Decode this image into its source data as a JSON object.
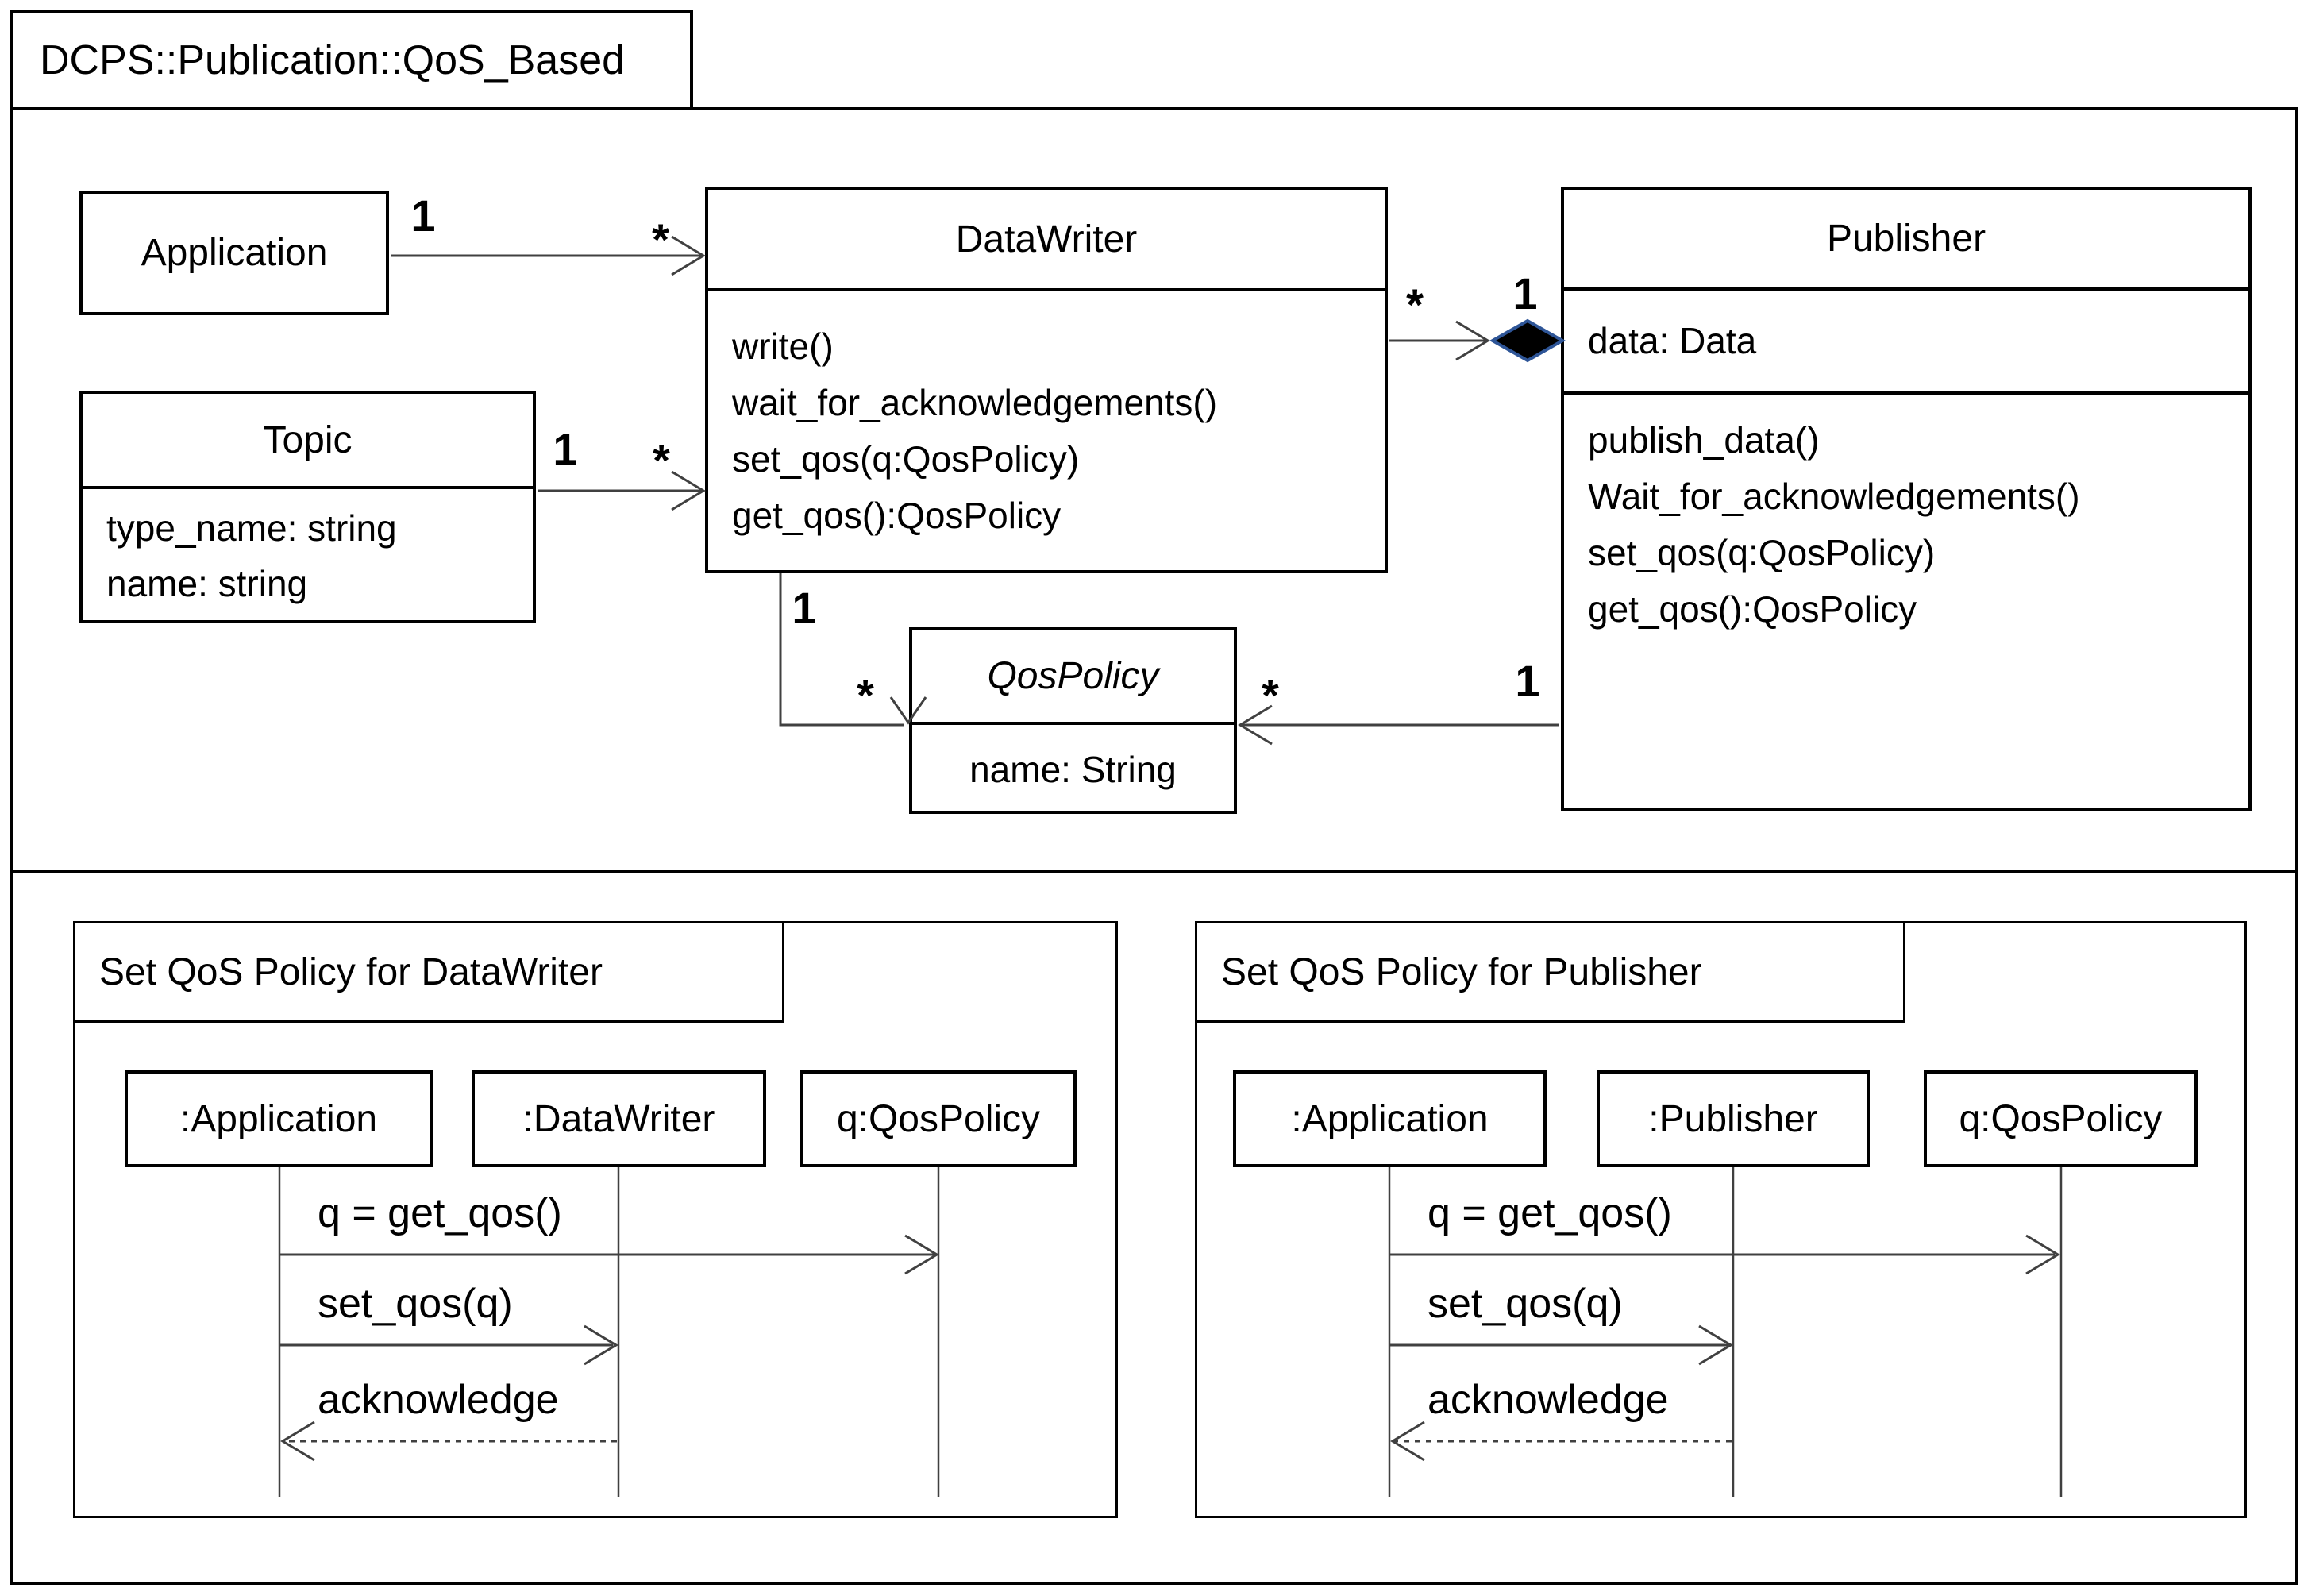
{
  "diagram": {
    "title": "DCPS::Publication::QoS_Based"
  },
  "classes": {
    "application": {
      "name": "Application"
    },
    "topic": {
      "name": "Topic",
      "attributes": [
        "type_name: string",
        "name: string"
      ]
    },
    "datawriter": {
      "name": "DataWriter",
      "operations": [
        "write()",
        "wait_for_acknowledgements()",
        "set_qos(q:QosPolicy)",
        "get_qos():QosPolicy"
      ]
    },
    "publisher": {
      "name": "Publisher",
      "attributes": [
        "data: Data"
      ],
      "operations": [
        "publish_data()",
        "Wait_for_acknowledgements()",
        "set_qos(q:QosPolicy)",
        "get_qos():QosPolicy"
      ]
    },
    "qospolicy": {
      "name": "QosPolicy",
      "attributes": [
        "name: String"
      ]
    }
  },
  "multiplicities": {
    "app_dw": {
      "source": "1",
      "target": "*"
    },
    "topic_dw": {
      "source": "1",
      "target": "*"
    },
    "dw_pub": {
      "source": "*",
      "target": "1"
    },
    "dw_qos": {
      "source": "1",
      "target": "*"
    },
    "pub_qos": {
      "source": "1",
      "target": "*"
    }
  },
  "sequence_diagrams": [
    {
      "title": "Set QoS Policy for DataWriter",
      "lifelines": [
        ":Application",
        ":DataWriter",
        "q:QosPolicy"
      ],
      "messages": [
        {
          "label": "q = get_qos()",
          "style": "solid"
        },
        {
          "label": "set_qos(q)",
          "style": "solid"
        },
        {
          "label": "acknowledge",
          "style": "dashed"
        }
      ]
    },
    {
      "title": "Set QoS Policy for Publisher",
      "lifelines": [
        ":Application",
        ":Publisher",
        "q:QosPolicy"
      ],
      "messages": [
        {
          "label": "q = get_qos()",
          "style": "solid"
        },
        {
          "label": "set_qos(q)",
          "style": "solid"
        },
        {
          "label": "acknowledge",
          "style": "dashed"
        }
      ]
    }
  ],
  "colors": {
    "background": "#ffffff",
    "border": "#000000",
    "line": "#404040",
    "diamond_fill": "#000000",
    "diamond_stroke": "#2e5597"
  }
}
